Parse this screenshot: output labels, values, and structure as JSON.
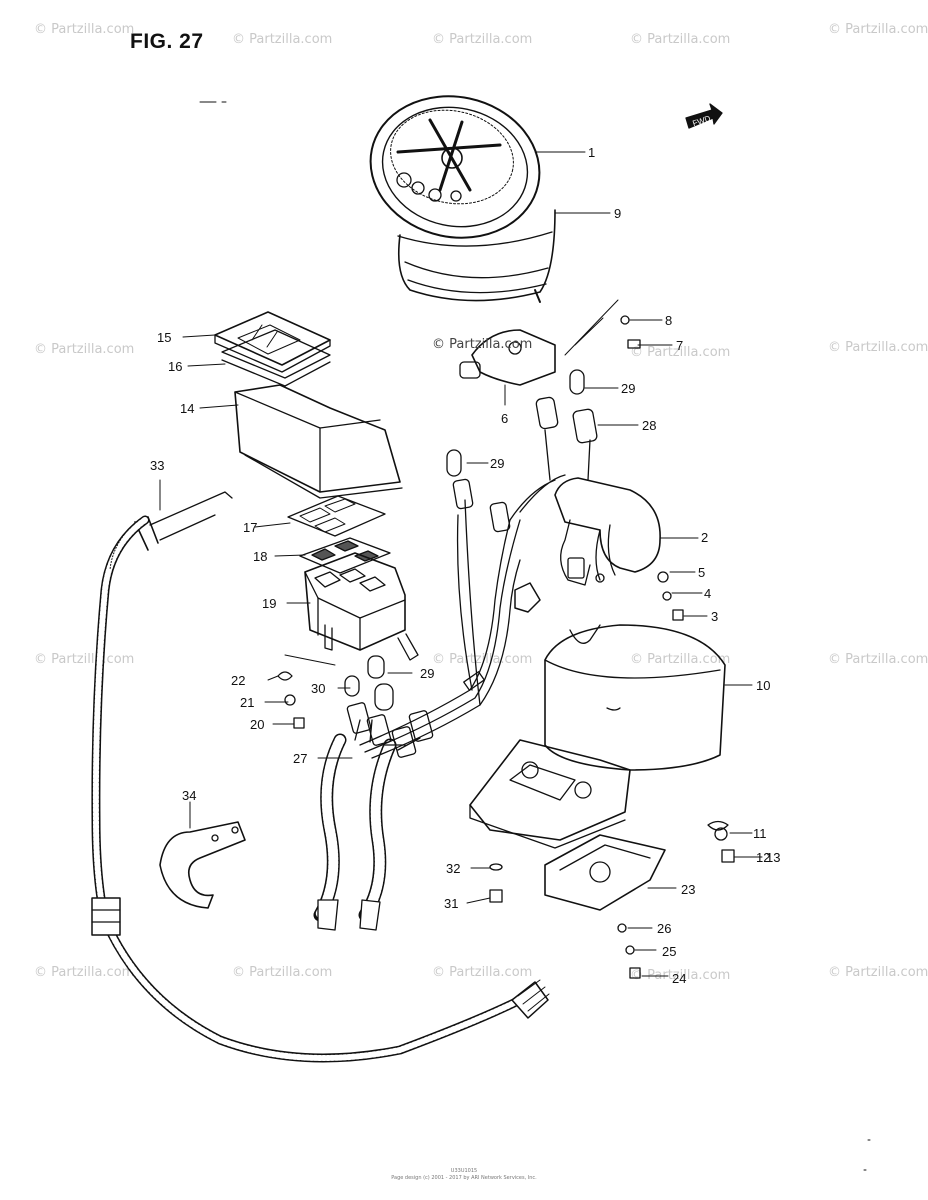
{
  "figure_title": "FIG. 27",
  "watermark_text": "© Partzilla.com",
  "direction_arrow_text": "FWD",
  "callouts": [
    "1",
    "2",
    "3",
    "4",
    "5",
    "6",
    "7",
    "8",
    "9",
    "10",
    "11",
    "12",
    "13",
    "14",
    "15",
    "16",
    "17",
    "18",
    "19",
    "20",
    "21",
    "22",
    "23",
    "24",
    "25",
    "26",
    "27",
    "28",
    "29",
    "29",
    "29",
    "30",
    "31",
    "32",
    "33",
    "34"
  ],
  "footer": {
    "line1": "U33U1015",
    "line2": "Page design (c) 2001 - 2017 by ARI Network Services, Inc."
  }
}
